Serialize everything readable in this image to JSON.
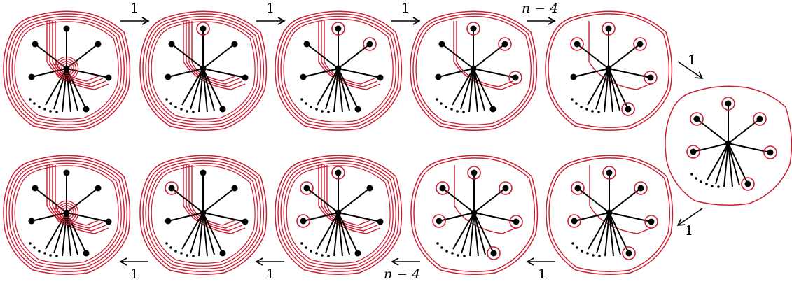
{
  "colors": {
    "curve": "#c81e32",
    "graph": "#000000",
    "background": "#ffffff"
  },
  "arrow_labels": {
    "a1": "1",
    "a2": "1",
    "a3": "1",
    "a4": "n − 4",
    "a5": "1",
    "a6": "1",
    "a7": "1",
    "a8": "n − 4",
    "a9": "1",
    "a10": "1"
  }
}
